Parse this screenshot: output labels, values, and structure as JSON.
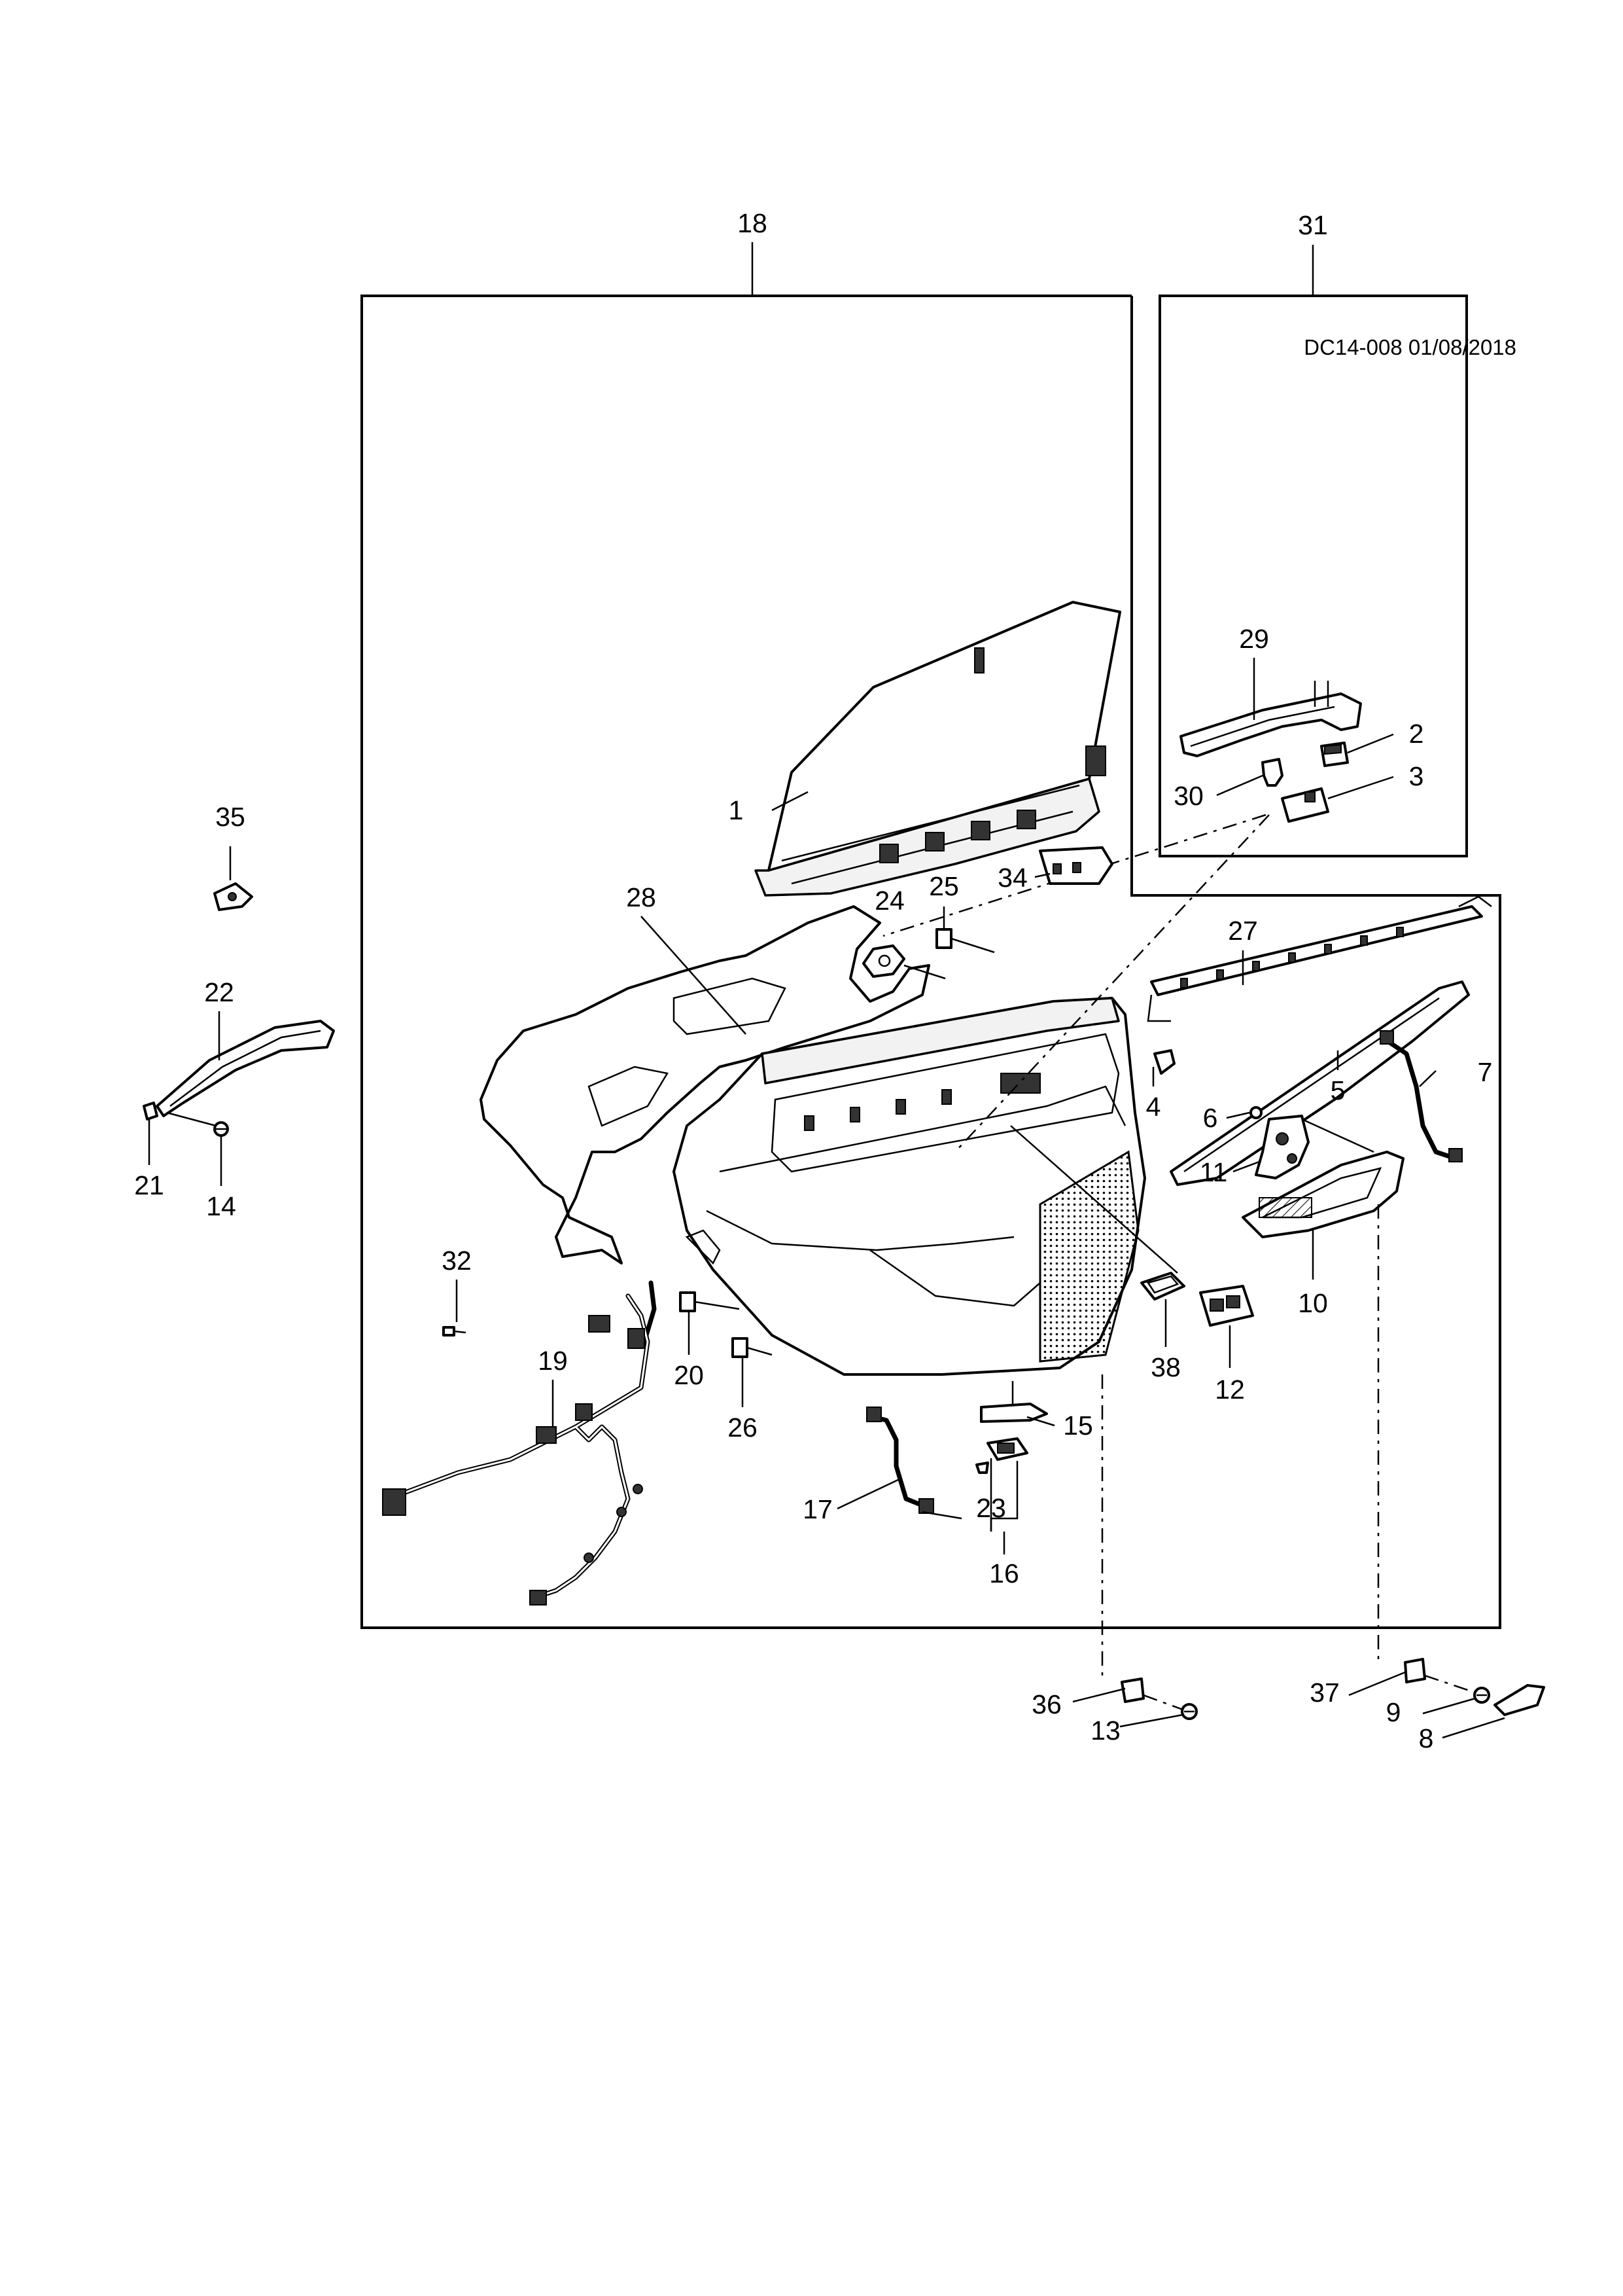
{
  "document": {
    "reference": "DC14-008 01/08/2018"
  },
  "callouts": {
    "c1": "1",
    "c2": "2",
    "c3": "3",
    "c4": "4",
    "c5": "5",
    "c6": "6",
    "c7": "7",
    "c8": "8",
    "c9": "9",
    "c10": "10",
    "c11": "11",
    "c12": "12",
    "c13": "13",
    "c14": "14",
    "c15": "15",
    "c16": "16",
    "c17": "17",
    "c18": "18",
    "c19": "19",
    "c20": "20",
    "c21": "21",
    "c22": "22",
    "c23": "23",
    "c24": "24",
    "c25": "25",
    "c26": "26",
    "c27": "27",
    "c28": "28",
    "c29": "29",
    "c30": "30",
    "c31": "31",
    "c32": "32",
    "c34": "34",
    "c35": "35",
    "c36": "36",
    "c37": "37",
    "c38": "38"
  }
}
